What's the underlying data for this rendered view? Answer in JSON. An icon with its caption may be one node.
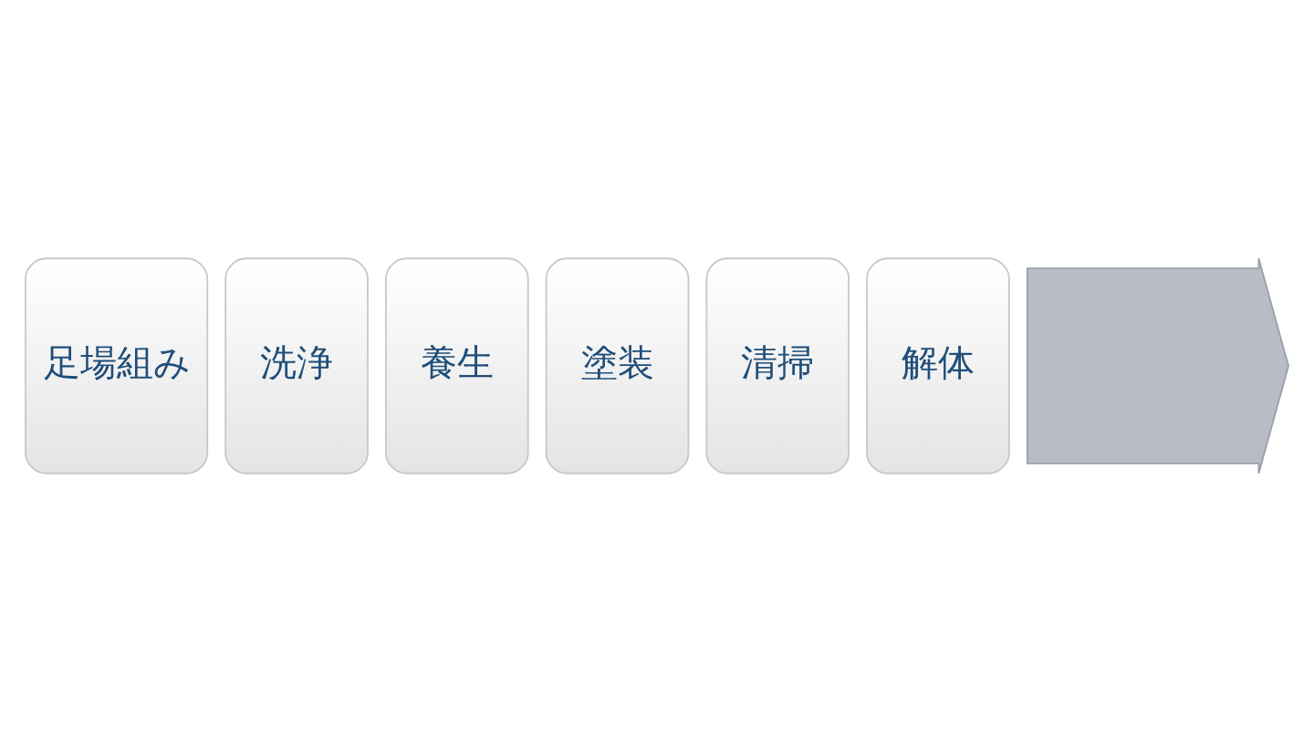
{
  "diagram": {
    "nodes": [
      {
        "text": [
          "足場組み"
        ]
      },
      {
        "text": [
          "洗浄"
        ]
      },
      {
        "text": [
          "養生"
        ]
      },
      {
        "text": [
          "塗装"
        ]
      },
      {
        "text": [
          "清掃"
        ]
      },
      {
        "text": [
          "解体"
        ]
      },
      {
        "text": [],
        "shape": "arrow"
      }
    ]
  }
}
